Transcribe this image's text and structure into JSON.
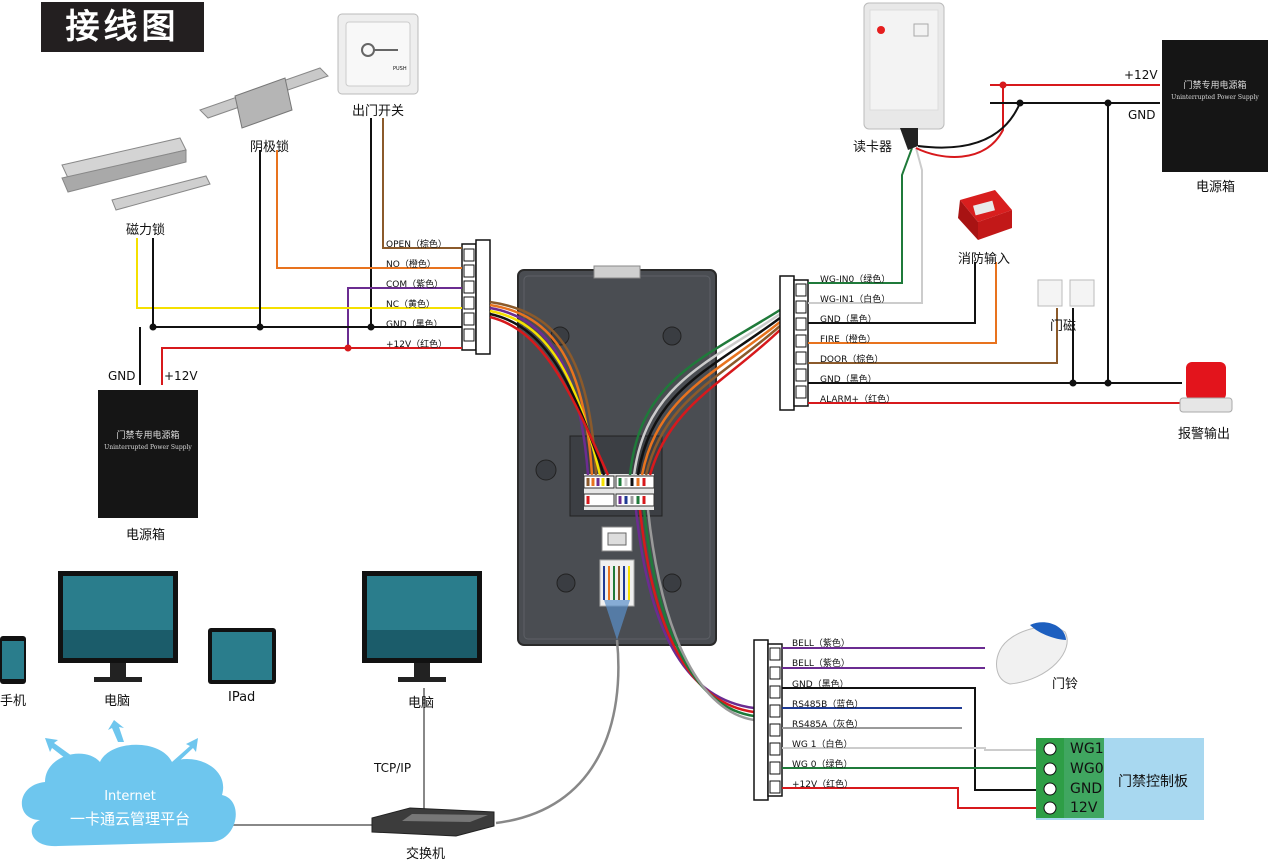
{
  "title": "接线图",
  "devices": {
    "exit_switch": "出门开关",
    "exit_switch_push": "PUSH",
    "strike_lock": "阴极锁",
    "mag_lock": "磁力锁",
    "card_reader": "读卡器",
    "psu_right": "电源箱",
    "psu_left": "电源箱",
    "fire_input": "消防输入",
    "door_sensor": "门磁",
    "alarm_output": "报警输出",
    "doorbell": "门铃",
    "controller": "门禁控制板",
    "switch": "交换机",
    "phone": "手机",
    "pc1": "电脑",
    "ipad": "IPad",
    "pc2": "电脑",
    "tcpip": "TCP/IP",
    "cloud_line1": "Internet",
    "cloud_line2": "一卡通云管理平台"
  },
  "psu_box": {
    "title": "门禁专用电源箱",
    "subtitle": "Uninterrupted Power Supply"
  },
  "power_labels": {
    "left_gnd": "GND",
    "left_v12": "+12V",
    "right_v12": "+12V",
    "right_gnd": "GND"
  },
  "left_terminal": [
    "OPEN（棕色）",
    "NO（橙色）",
    "COM（紫色）",
    "NC（黄色）",
    "GND（黑色）",
    "+12V（红色）"
  ],
  "right_terminal": [
    "WG-IN0（绿色）",
    "WG-IN1（白色）",
    "GND（黑色）",
    "FIRE（橙色）",
    "DOOR（棕色）",
    "GND（黑色）",
    "ALARM+（红色）"
  ],
  "bottom_terminal": [
    "BELL（紫色）",
    "BELL（紫色）",
    "GND（黑色）",
    "RS485B（蓝色）",
    "RS485A（灰色）",
    "WG 1（白色）",
    "WG 0（绿色）",
    "+12V（红色）"
  ],
  "controller_pins": [
    "WG1",
    "WG0",
    "GND",
    "12V"
  ],
  "colors": {
    "brown": "#8b5a2b",
    "orange": "#e8731e",
    "purple": "#6b2c91",
    "yellow": "#f5e000",
    "black": "#111111",
    "red": "#d7191c",
    "green": "#1f7a3a",
    "white_wire": "#cccccc",
    "blue": "#1f3a93",
    "gray": "#9a9a9a",
    "controller_bg": "#a8d8f0",
    "controller_green": "#2e9e46"
  }
}
